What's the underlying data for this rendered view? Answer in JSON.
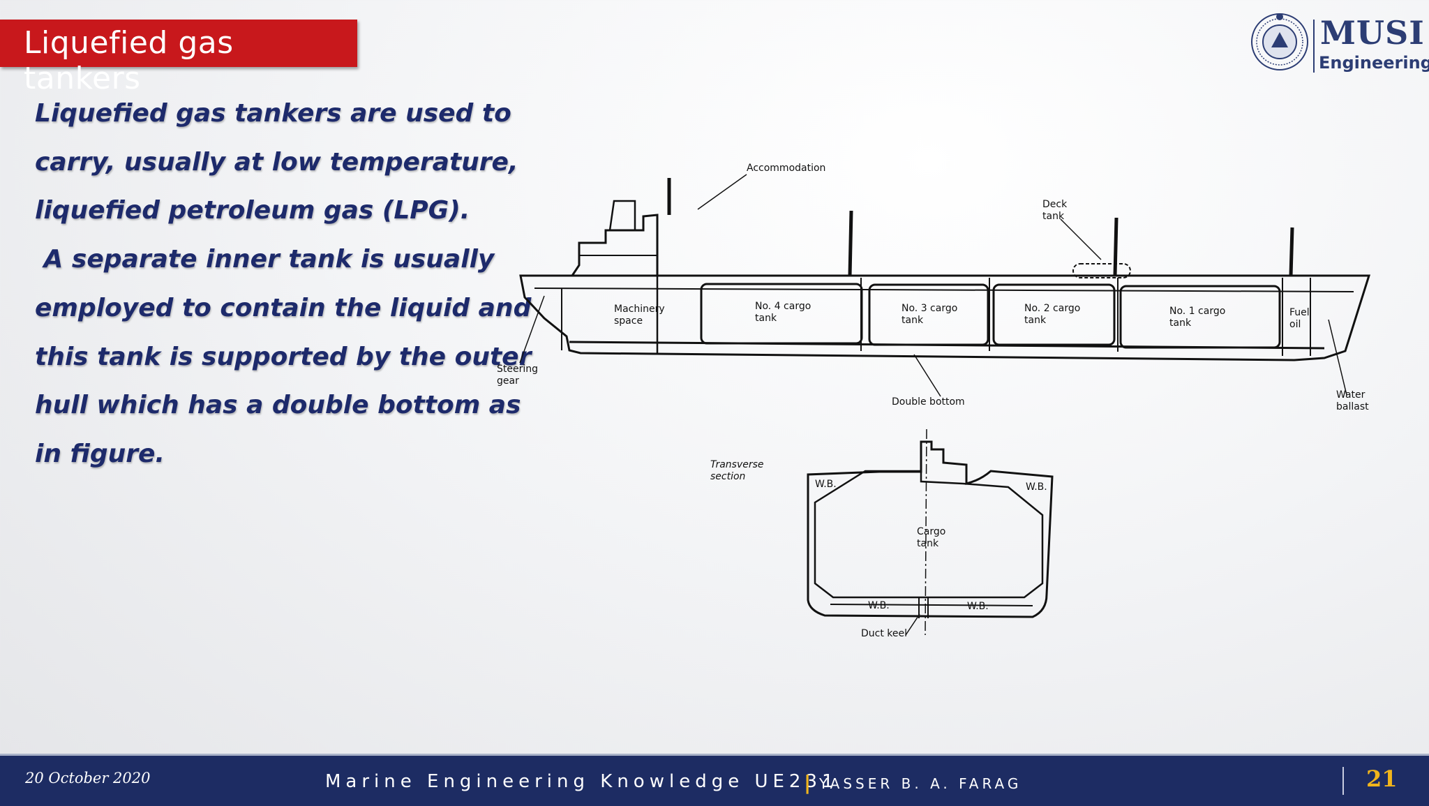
{
  "slide": {
    "title": "Liquefied gas tankers",
    "paragraph_lines": [
      "Liquefied gas tankers are used to",
      "carry, usually at low temperature,",
      "liquefied petroleum gas (LPG).",
      " A separate inner tank is usually",
      "employed to contain the liquid and",
      "this tank is supported by the outer",
      "hull which has a double bottom as",
      "in figure."
    ]
  },
  "logo": {
    "line1": "MUSI",
    "line2": "Engineering"
  },
  "diagram": {
    "accommodation": "Accommodation",
    "deck_tank": [
      "Deck",
      "tank"
    ],
    "machinery": [
      "Machinery",
      "space"
    ],
    "no4": [
      "No. 4 cargo",
      "tank"
    ],
    "no3": [
      "No. 3 cargo",
      "tank"
    ],
    "no2": [
      "No. 2 cargo",
      "tank"
    ],
    "no1": [
      "No. 1 cargo",
      "tank"
    ],
    "fuel": [
      "Fuel",
      "oil"
    ],
    "steering": [
      "Steering",
      "gear"
    ],
    "double_bottom": "Double bottom",
    "water_ballast": [
      "Water",
      "ballast"
    ],
    "transverse": [
      "Transverse",
      "section"
    ],
    "wb": "W.B.",
    "cargo_tank": [
      "Cargo",
      "tank"
    ],
    "duct_keel": "Duct keel"
  },
  "footer": {
    "date": "20 October 2020",
    "course": "Marine Engineering Knowledge UE231",
    "separator": "|",
    "author": "YASSER B. A. FARAG",
    "page": "21"
  }
}
